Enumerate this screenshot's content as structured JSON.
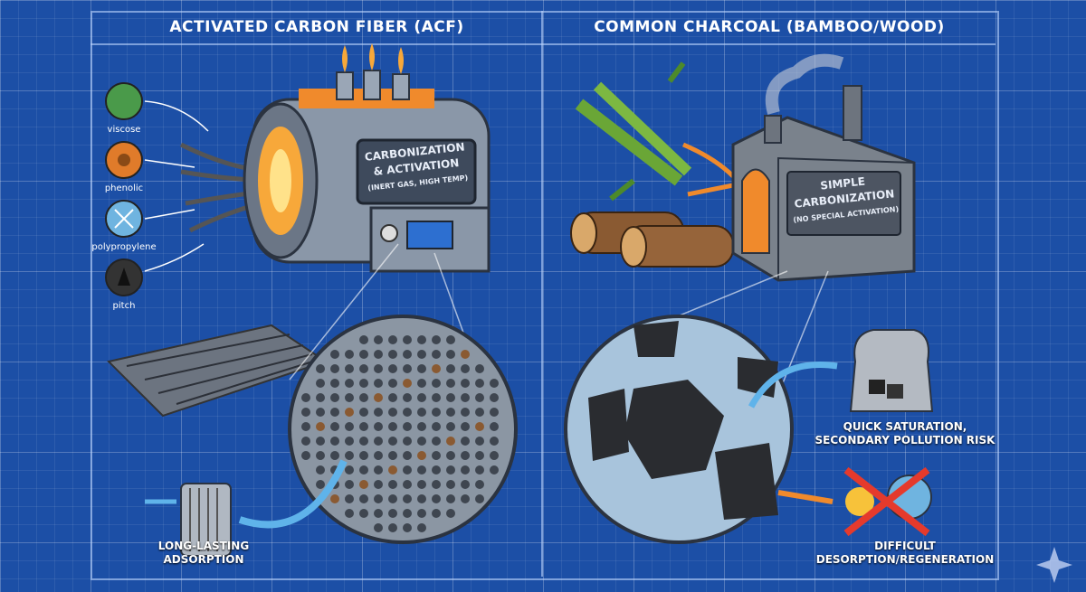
{
  "left": {
    "title": "ACTIVATED CARBON FIBER (ACF)",
    "precursors": [
      "viscose",
      "phenolic",
      "polypropylene",
      "pitch"
    ],
    "furnace_sign": {
      "line1": "CARBONIZATION",
      "line2": "& ACTIVATION",
      "line3": "(INERT GAS, HIGH TEMP)"
    },
    "result_caption": {
      "line1": "LONG-LASTING",
      "line2": "ADSORPTION"
    }
  },
  "right": {
    "title": "COMMON CHARCOAL (BAMBOO/WOOD)",
    "kiln_sign": {
      "line1": "SIMPLE",
      "line2": "CARBONIZATION",
      "line3": "(NO SPECIAL ACTIVATION)"
    },
    "saturation_caption": {
      "line1": "QUICK SATURATION,",
      "line2": "SECONDARY POLLUTION RISK"
    },
    "regeneration_caption": {
      "line1": "DIFFICULT",
      "line2": "DESORPTION/REGENERATION"
    }
  },
  "colors": {
    "background": "#1c4fa6",
    "accent_orange": "#f08a2c",
    "arrow_blue": "#5fb3ea"
  }
}
